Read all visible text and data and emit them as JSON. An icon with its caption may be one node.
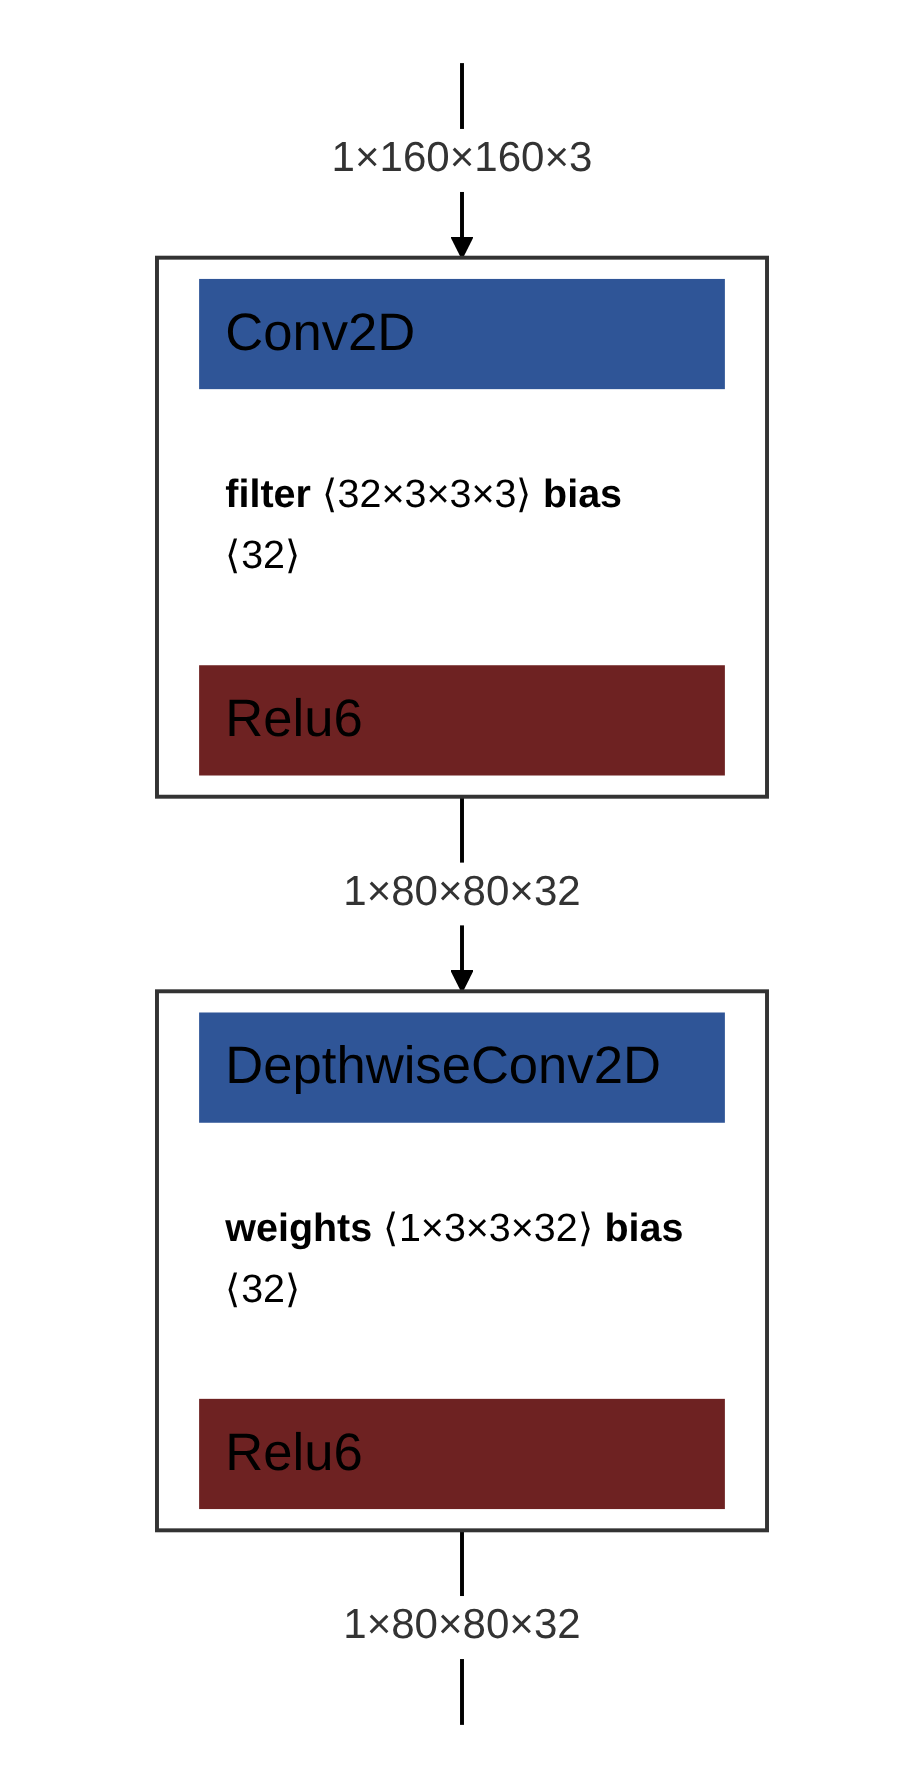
{
  "diagram": {
    "nodes": [
      {
        "text": [
          "Conv2D",
          "**filter** ⟨32×3×3×3⟩ **bias** ⟨32⟩",
          "Relu6"
        ]
      },
      {
        "text": [
          "DepthwiseConv2D",
          "**weights** ⟨1×3×3×32⟩ **bias** ⟨32⟩",
          "Relu6"
        ]
      }
    ],
    "edges": [
      {
        "from": null,
        "to": 0,
        "arrow": "to",
        "label": "1×160×160×3"
      },
      {
        "from": 0,
        "to": 1,
        "arrow": "to",
        "label": "1×80×80×32"
      },
      {
        "from": 1,
        "to": null,
        "arrow": "none",
        "label": "1×80×80×32"
      }
    ]
  }
}
